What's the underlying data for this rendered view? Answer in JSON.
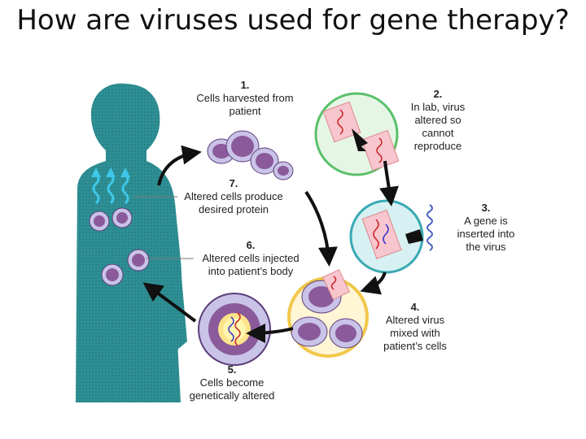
{
  "title": "How are viruses used for gene therapy?",
  "steps": [
    {
      "num": "1.",
      "text": "Cells harvested from patient"
    },
    {
      "num": "2.",
      "text": "In lab, virus altered so cannot reproduce"
    },
    {
      "num": "3.",
      "text": "A gene is inserted into the virus"
    },
    {
      "num": "4.",
      "text": "Altered virus mixed with patient’s cells"
    },
    {
      "num": "5.",
      "text": "Cells become genetically altered"
    },
    {
      "num": "6.",
      "text": "Altered cells injected into patient’s body"
    },
    {
      "num": "7.",
      "text": "Altered cells produce desired protein"
    }
  ],
  "colors": {
    "body": "#2e8f94",
    "cell": "#8a5a9a",
    "cell_rim": "#c9c3e8",
    "virus": "#f7c6cf",
    "arrow": "#111111"
  }
}
